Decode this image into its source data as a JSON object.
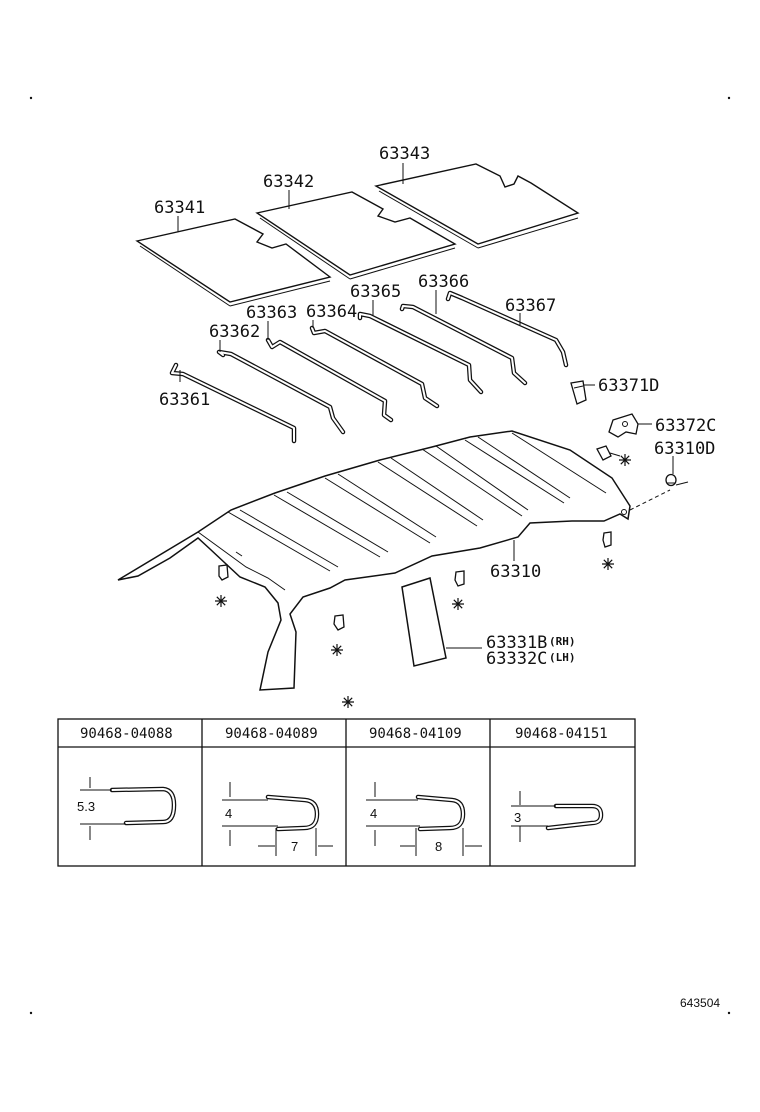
{
  "callouts": {
    "p63343": "63343",
    "p63342": "63342",
    "p63341": "63341",
    "p63366": "63366",
    "p63365": "63365",
    "p63367": "63367",
    "p63363": "63363",
    "p63364": "63364",
    "p63362": "63362",
    "p63361": "63361",
    "p63371d": "63371D",
    "p63372c": "63372C",
    "p63310d": "63310D",
    "p63310": "63310",
    "p63331": "63331B",
    "p63331_suffix": "(RH)",
    "p63332": "63332C",
    "p63332_suffix": "(LH)"
  },
  "fasteners_table": {
    "headers": [
      "90468-04088",
      "90468-04089",
      "90468-04109",
      "90468-04151"
    ],
    "dimensions": [
      {
        "height": "5.3",
        "width": ""
      },
      {
        "height": "4",
        "width": "7"
      },
      {
        "height": "4",
        "width": "8"
      },
      {
        "height": "3",
        "width": ""
      }
    ]
  },
  "figure_number": "643504",
  "colors": {
    "ink": "#111111",
    "paper": "#ffffff"
  }
}
